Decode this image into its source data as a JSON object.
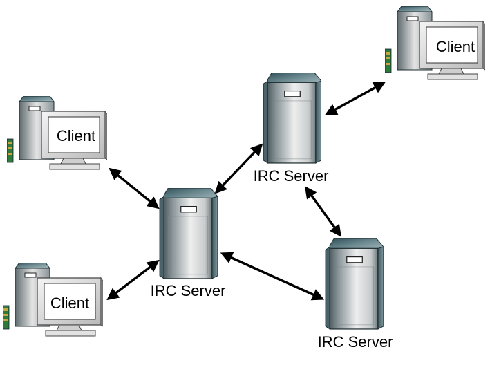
{
  "nodes": {
    "client_top_right": {
      "label": "Client",
      "kind": "client"
    },
    "client_left_top": {
      "label": "Client",
      "kind": "client"
    },
    "client_left_bottom": {
      "label": "Client",
      "kind": "client"
    },
    "server_top": {
      "label": "IRC Server",
      "kind": "server"
    },
    "server_center": {
      "label": "IRC Server",
      "kind": "server"
    },
    "server_bottom_right": {
      "label": "IRC Server",
      "kind": "server"
    }
  },
  "connections": [
    {
      "from": "client_top_right",
      "to": "server_top",
      "bidirectional": true
    },
    {
      "from": "client_left_top",
      "to": "server_center",
      "bidirectional": true
    },
    {
      "from": "client_left_bottom",
      "to": "server_center",
      "bidirectional": true
    },
    {
      "from": "server_top",
      "to": "server_center",
      "bidirectional": true
    },
    {
      "from": "server_top",
      "to": "server_bottom_right",
      "bidirectional": true
    },
    {
      "from": "server_center",
      "to": "server_bottom_right",
      "bidirectional": true
    }
  ],
  "colors": {
    "arrow": "#000000",
    "server_shade_dark": "#5f6f75",
    "server_shade_light": "#f2f2f2",
    "server_top_dark": "#3c5e66",
    "server_top_light": "#8aa4aa",
    "monitor_frame": "#d8d8d8",
    "screen": "#ffffff",
    "card_green": "#2f7a3a",
    "card_gold": "#c9a640"
  },
  "icons": {
    "server": "server-tower-icon",
    "client": "client-workstation-icon"
  }
}
